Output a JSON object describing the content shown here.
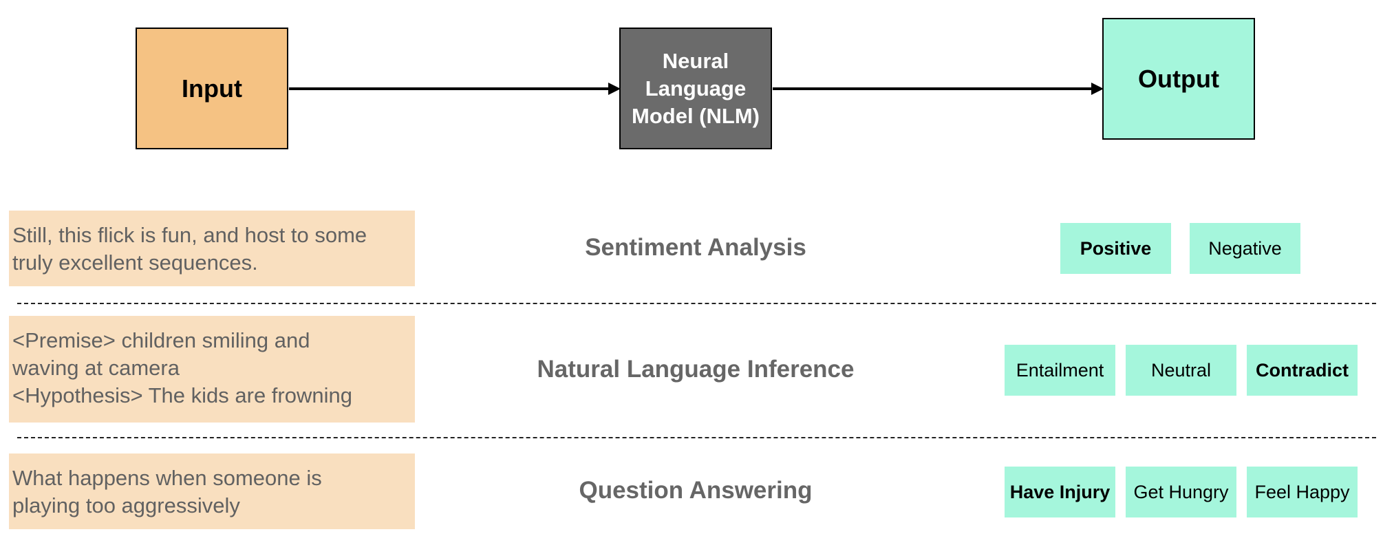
{
  "diagram": {
    "input_label": "Input",
    "model_label": "Neural Language Model (NLM)",
    "output_label": "Output",
    "colors": {
      "input": "#f5c283",
      "model": "#6b6b6b",
      "output": "#a5f6dc",
      "example_bg": "#f9dfbf"
    }
  },
  "tasks": [
    {
      "name": "Sentiment Analysis",
      "example_lines": [
        "Still, this flick is fun, and host to some",
        "truly excellent sequences."
      ],
      "labels": [
        {
          "text": "Positive",
          "selected": true
        },
        {
          "text": "Negative",
          "selected": false
        }
      ]
    },
    {
      "name": "Natural Language Inference",
      "example_lines": [
        "<Premise> children smiling and",
        "waving at camera",
        "<Hypothesis> The kids are frowning"
      ],
      "labels": [
        {
          "text": "Entailment",
          "selected": false
        },
        {
          "text": "Neutral",
          "selected": false
        },
        {
          "text": "Contradict",
          "selected": true
        }
      ]
    },
    {
      "name": "Question Answering",
      "example_lines": [
        "What happens when someone is",
        "playing too aggressively"
      ],
      "labels": [
        {
          "text": "Have Injury",
          "selected": true
        },
        {
          "text": "Get Hungry",
          "selected": false
        },
        {
          "text": "Feel Happy",
          "selected": false
        }
      ]
    }
  ]
}
